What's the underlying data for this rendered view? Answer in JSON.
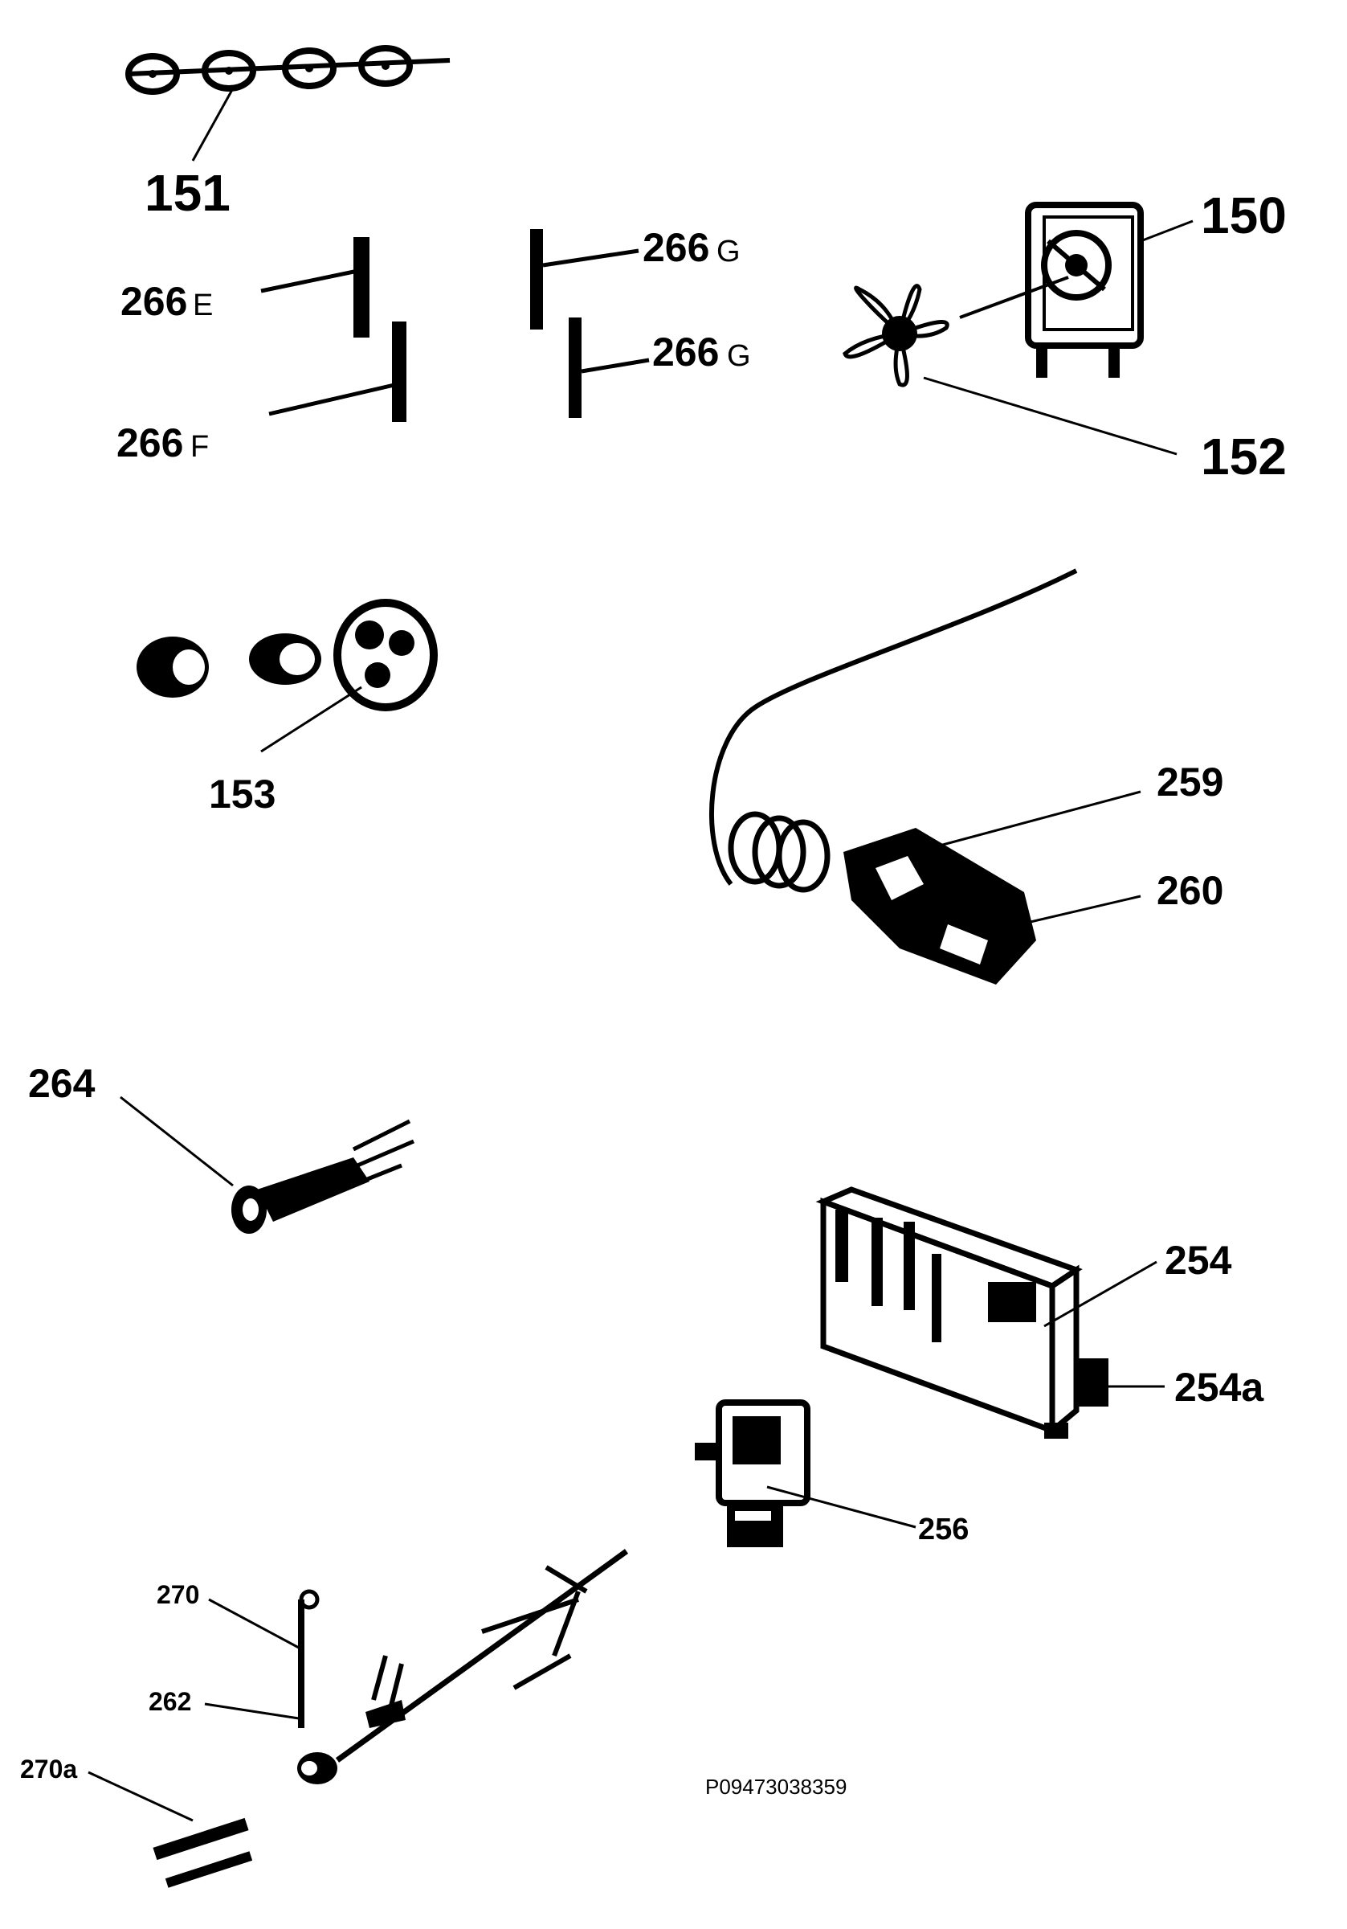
{
  "labels": {
    "p151": "151",
    "p150": "150",
    "p152": "152",
    "p266e": "266",
    "p266e_suffix": "E",
    "p266f": "266",
    "p266f_suffix": "F",
    "p266g1": "266",
    "p266g1_suffix": "G",
    "p266g2": "266",
    "p266g2_suffix": "G",
    "p153": "153",
    "p259": "259",
    "p260": "260",
    "p264": "264",
    "p254": "254",
    "p254a": "254a",
    "p256": "256",
    "p270": "270",
    "p262": "262",
    "p270a": "270a"
  },
  "reference_code": "P09473038359"
}
